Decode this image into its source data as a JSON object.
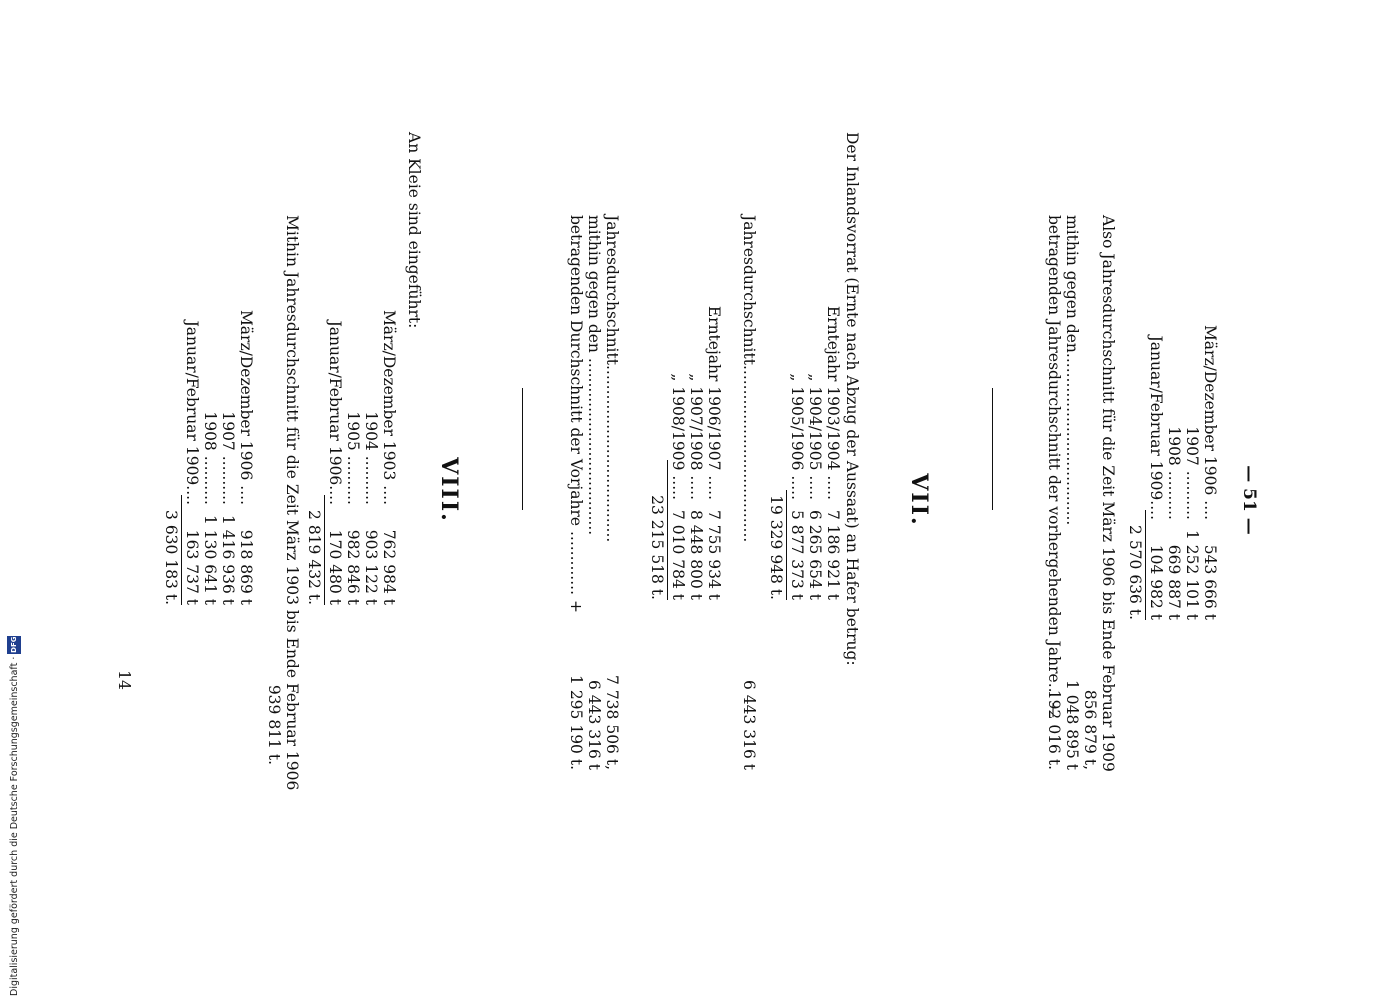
{
  "page_number": "— 51 —",
  "s1": {
    "rows": [
      {
        "label": "März/Dezember 1906 ....",
        "value": "543 666 t"
      },
      {
        "label": "1907 ..........",
        "value": "1 252 101 t"
      },
      {
        "label": "1908 ..........",
        "value": "669 887 t"
      },
      {
        "label": "Januar/Februar 1909....",
        "value": "104 982 t"
      }
    ],
    "total": "2 570 636 t.",
    "line1": "Also Jahresdurchschnitt für die Zeit März 1906 bis Ende Februar 1909",
    "line1_value": "856 879 t,",
    "line2": "mithin gegen den...................................",
    "line2_value": "1 048 895 t",
    "line3": "betragenden Jahresdurchschnitt der vorhergehenden Jahre... —",
    "line3_value": "192 016 t."
  },
  "s7": {
    "heading": "VII.",
    "intro": "Der Inlandsvorrat (Ernte nach Abzug der Aussaat) an Hafer betrug:",
    "rows_a": [
      {
        "label": "Erntejahr 1903/1904 .....",
        "value": "7 186 921 t"
      },
      {
        "label": "„ 1904/1905 .....",
        "value": "6 265 654 t"
      },
      {
        "label": "„ 1905/1906 .....",
        "value": "5 877 373 t"
      }
    ],
    "total_a": "19 329 948 t.",
    "avg_a_label": "Jahresdurchschnitt....................................",
    "avg_a_value": "6 443 316 t",
    "rows_b": [
      {
        "label": "Erntejahr 1906/1907 .....",
        "value": "7 755 934 t"
      },
      {
        "label": "„ 1907/1908 .....",
        "value": "8 448 800 t"
      },
      {
        "label": "„ 1908/1909 .....",
        "value": "7 010 784 t"
      }
    ],
    "total_b": "23 215 518 t.",
    "avg_b_label": "Jahresdurchschnitt....................................",
    "avg_b_value": "7 738 506 t,",
    "cmp_label": "mithin gegen den ....................................",
    "cmp_value": "6 443 316 t",
    "cmp2_label": "betragenden Durchschnitt der Vorjahre ............. +",
    "cmp2_value": "1 295 190 t."
  },
  "s8": {
    "heading": "VIII.",
    "intro": "An Kleie sind eingeführt:",
    "rows_a": [
      {
        "label": "März/Dezember 1903 ....",
        "value": "762 984 t"
      },
      {
        "label": "1904 ..........",
        "value": "903 122 t"
      },
      {
        "label": "1905 ..........",
        "value": "982 846 t"
      },
      {
        "label": "Januar/Februar 1906....",
        "value": "170 480 t"
      }
    ],
    "total_a": "2 819 432 t.",
    "avg_line": "Mithin Jahresdurchschnitt für die Zeit März 1903 bis Ende Februar 1906",
    "avg_value": "939 811 t.",
    "rows_b": [
      {
        "label": "März/Dezember 1906 ....",
        "value": "918 869 t"
      },
      {
        "label": "1907 ..........",
        "value": "1 416 936 t"
      },
      {
        "label": "1908 ..........",
        "value": "1 130 641 t"
      },
      {
        "label": "Januar/Februar 1909....",
        "value": "163 737 t"
      }
    ],
    "total_b": "3 630 183 t."
  },
  "signature_mark": "14",
  "footer": {
    "text": "Digitalisierung gefördert durch die Deutsche Forschungsgemeinschaft ·",
    "logo": "DFG"
  }
}
